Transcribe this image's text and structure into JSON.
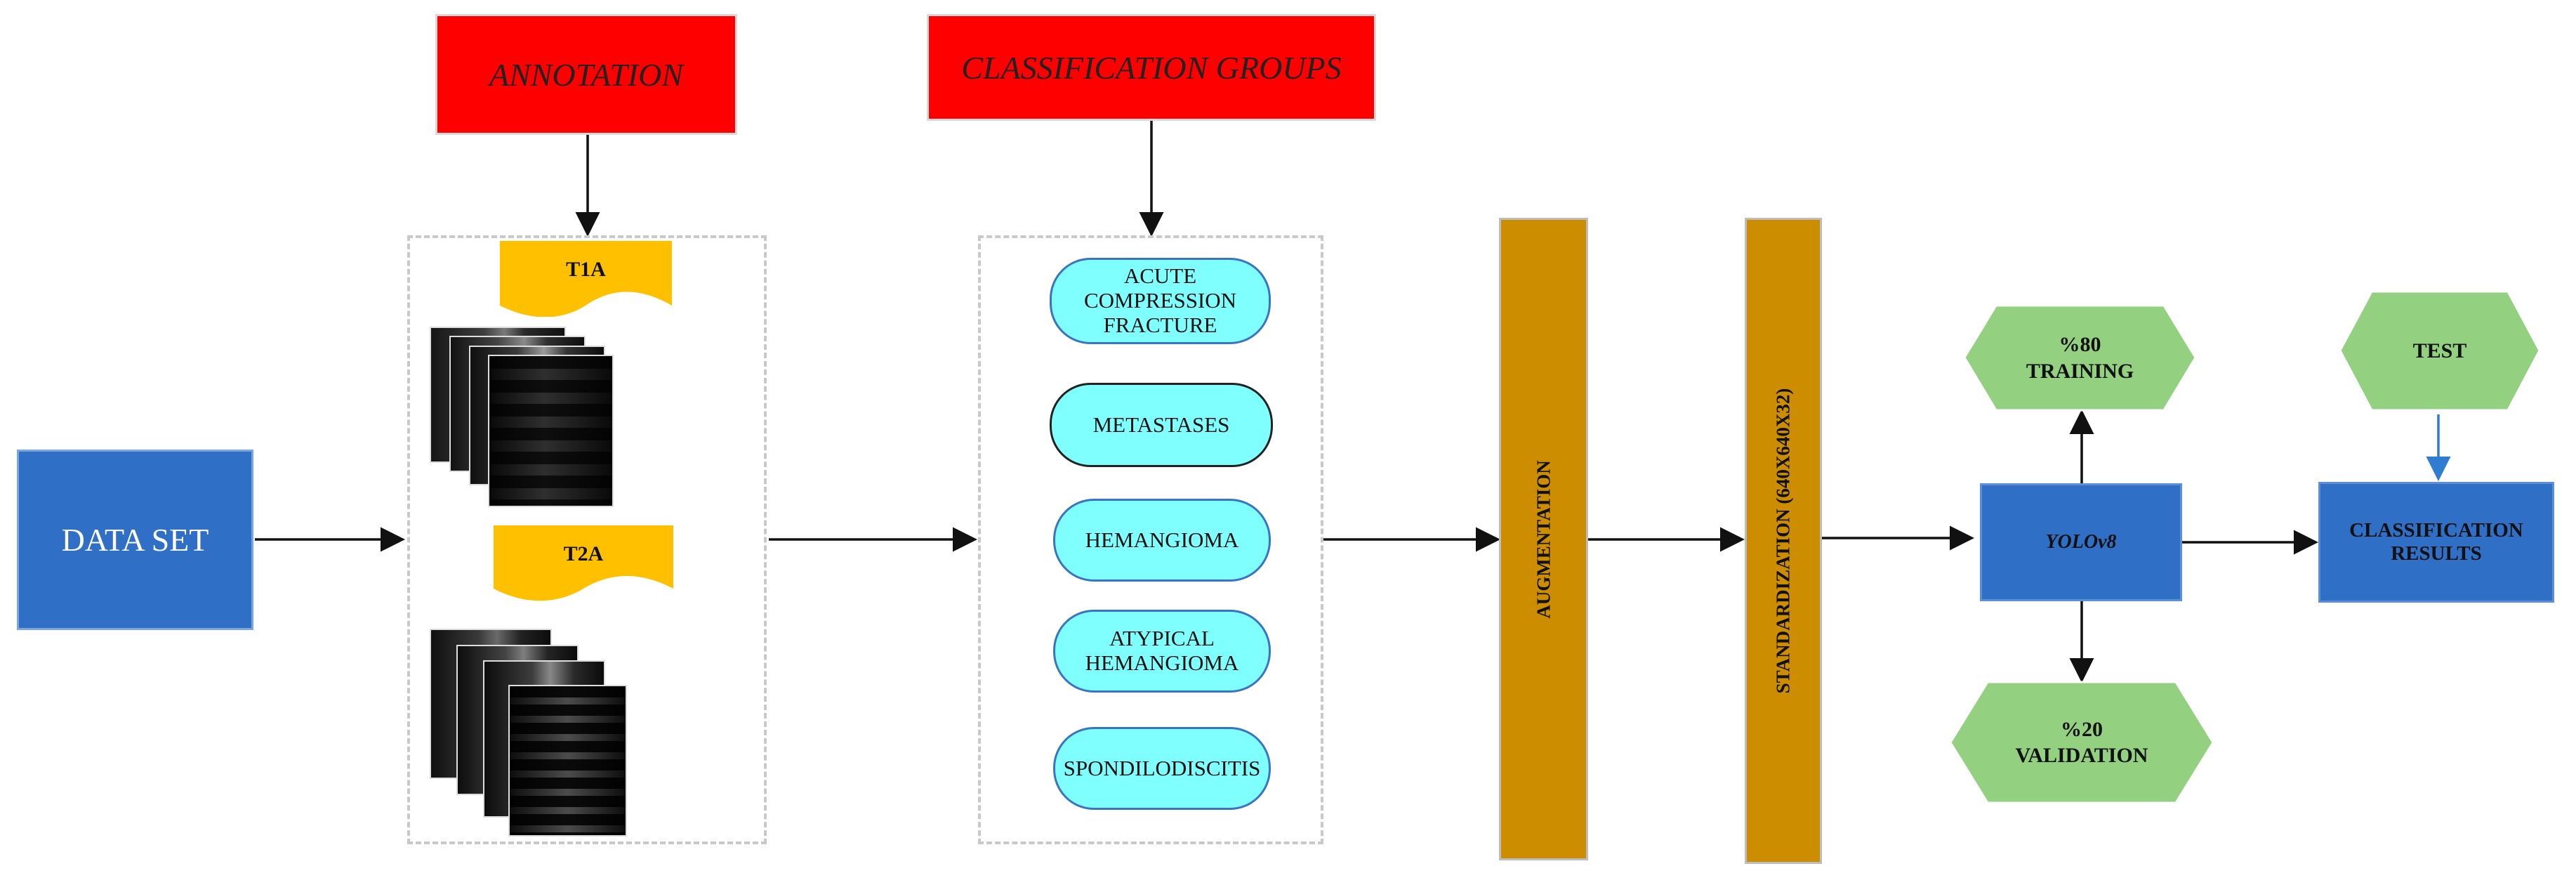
{
  "data_set": "DATA SET",
  "annotation": "ANNOTATION",
  "classification_groups": "CLASSIFICATION GROUPS",
  "tags": {
    "t1a": "T1A",
    "t2a": "T2A"
  },
  "groups": [
    [
      "ACUTE",
      "COMPRESSION",
      "FRACTURE"
    ],
    [
      "METASTASES"
    ],
    [
      "HEMANGIOMA"
    ],
    [
      "ATYPICAL",
      "HEMANGIOMA"
    ],
    [
      "SPONDILODISCITIS"
    ]
  ],
  "augmentation": "AUGMENTATION",
  "standardization": "STANDARDIZATION (640X640X32)",
  "training": [
    "%80",
    "TRAINING"
  ],
  "validation": [
    "%20",
    "VALIDATION"
  ],
  "test": "TEST",
  "model": "YOLOv8",
  "results": [
    "CLASSIFICATION",
    "RESULTS"
  ],
  "colors": {
    "blue": "#2f6fc6",
    "red": "#ff0000",
    "yellow": "#ffc000",
    "cyan": "#80ffff",
    "gold": "#cc8e00",
    "green": "#93d07f"
  }
}
